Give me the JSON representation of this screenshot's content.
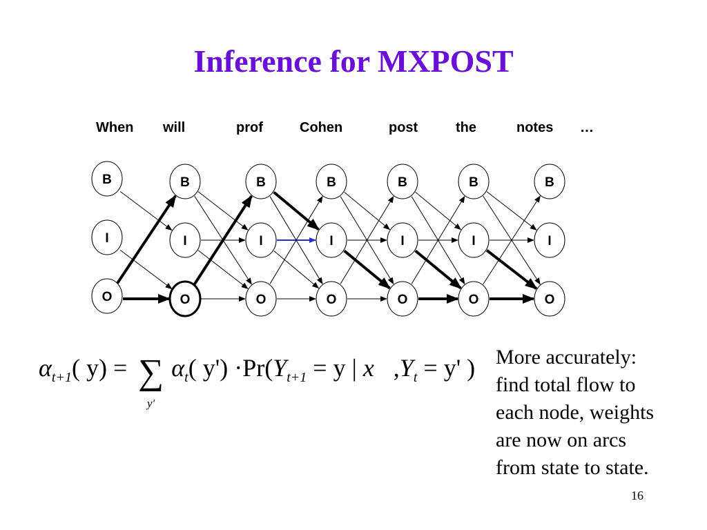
{
  "slide": {
    "title": "Inference for MXPOST",
    "page_number": "16"
  },
  "sentence": {
    "words": [
      "When",
      "will",
      "prof",
      "Cohen",
      "post",
      "the",
      "notes",
      "…"
    ]
  },
  "trellis": {
    "states": [
      "B",
      "I",
      "O"
    ],
    "columns": 7,
    "colors": {
      "edge": "#000000",
      "highlight_edge": "#2b2bcc",
      "node_stroke": "#000000"
    }
  },
  "formula": {
    "lhs_alpha": "α",
    "lhs_sub": "t+1",
    "lhs_arg": "( y)",
    "equals": "=",
    "sum_sub": "y'",
    "rhs_alpha": "α",
    "rhs_sub": "t",
    "rhs_arg": "( y')",
    "dot": "·",
    "pr": "Pr(",
    "Y1": "Y",
    "Y1_sub": "t+1",
    "eq2": " = y |",
    "x": "x⃗",
    "comma": ",",
    "Y2": "Y",
    "Y2_sub": "t",
    "eq3": " = y' )"
  },
  "note_lines": [
    "More accurately:",
    "find total flow to",
    "each node, weights",
    "are now on arcs",
    "from state to state."
  ]
}
